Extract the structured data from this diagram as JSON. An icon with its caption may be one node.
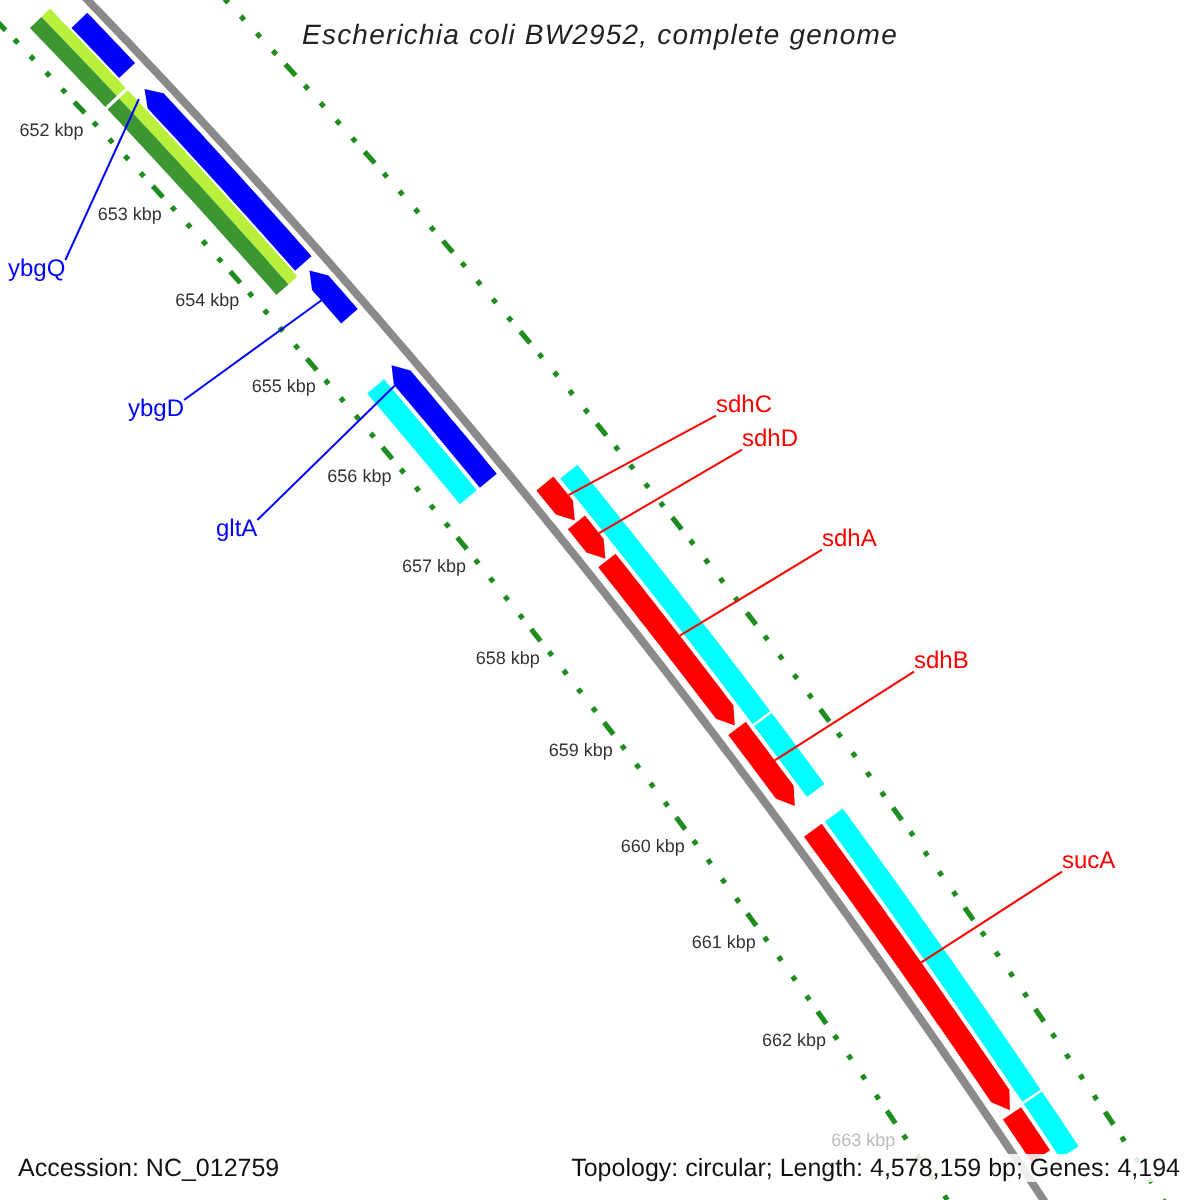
{
  "diagram": {
    "title": "Escherichia coli BW2952, complete genome",
    "nodes": [
      {
        "text": [
          "ybgQ"
        ]
      },
      {
        "text": [
          "ybgD"
        ]
      },
      {
        "text": [
          "gltA"
        ]
      },
      {
        "text": [
          "sdhC"
        ]
      },
      {
        "text": [
          "sdhD"
        ]
      },
      {
        "text": [
          "sdhA"
        ]
      },
      {
        "text": [
          "sdhB"
        ]
      },
      {
        "text": [
          "sucA"
        ]
      },
      {
        "text": [],
        "shape": "bar"
      },
      {
        "text": [],
        "shape": "bar"
      },
      {
        "text": [],
        "shape": "bar"
      },
      {
        "text": [],
        "shape": "arrow"
      },
      {
        "text": [],
        "shape": "arrow"
      },
      {
        "text": [],
        "shape": "arrow"
      },
      {
        "text": [],
        "shape": "bar"
      },
      {
        "text": [],
        "shape": "arrow"
      },
      {
        "text": [],
        "shape": "bar"
      },
      {
        "text": [],
        "shape": "arrow"
      },
      {
        "text": [],
        "shape": "arrow"
      },
      {
        "text": [],
        "shape": "arrow"
      },
      {
        "text": [],
        "shape": "bar"
      },
      {
        "text": [],
        "shape": "arrow"
      },
      {
        "text": [],
        "shape": "bar"
      },
      {
        "text": [],
        "shape": "bar"
      },
      {
        "text": [],
        "shape": "bar"
      }
    ],
    "edges": [
      {
        "from": 0,
        "to": 11,
        "arrow": "none",
        "color": "#0000ff"
      },
      {
        "from": 1,
        "to": 12,
        "arrow": "none",
        "color": "#0000ff"
      },
      {
        "from": 2,
        "to": 13,
        "arrow": "none",
        "color": "#0000ff"
      },
      {
        "from": 3,
        "to": 15,
        "arrow": "none"
      },
      {
        "from": 4,
        "to": 17,
        "arrow": "none"
      },
      {
        "from": 5,
        "to": 18,
        "arrow": "none"
      },
      {
        "from": 6,
        "to": 19,
        "arrow": "none"
      },
      {
        "from": 7,
        "to": 21,
        "arrow": "none"
      }
    ],
    "labels": [
      "652 kbp",
      "653 kbp",
      "654 kbp",
      "655 kbp",
      "656 kbp",
      "657 kbp",
      "658 kbp",
      "659 kbp",
      "660 kbp",
      "661 kbp",
      "662 kbp",
      "663 kbp",
      "Accession: NC_012759",
      "Topology: circular; Length: 4,578,159 bp; Genes: 4,194"
    ]
  }
}
